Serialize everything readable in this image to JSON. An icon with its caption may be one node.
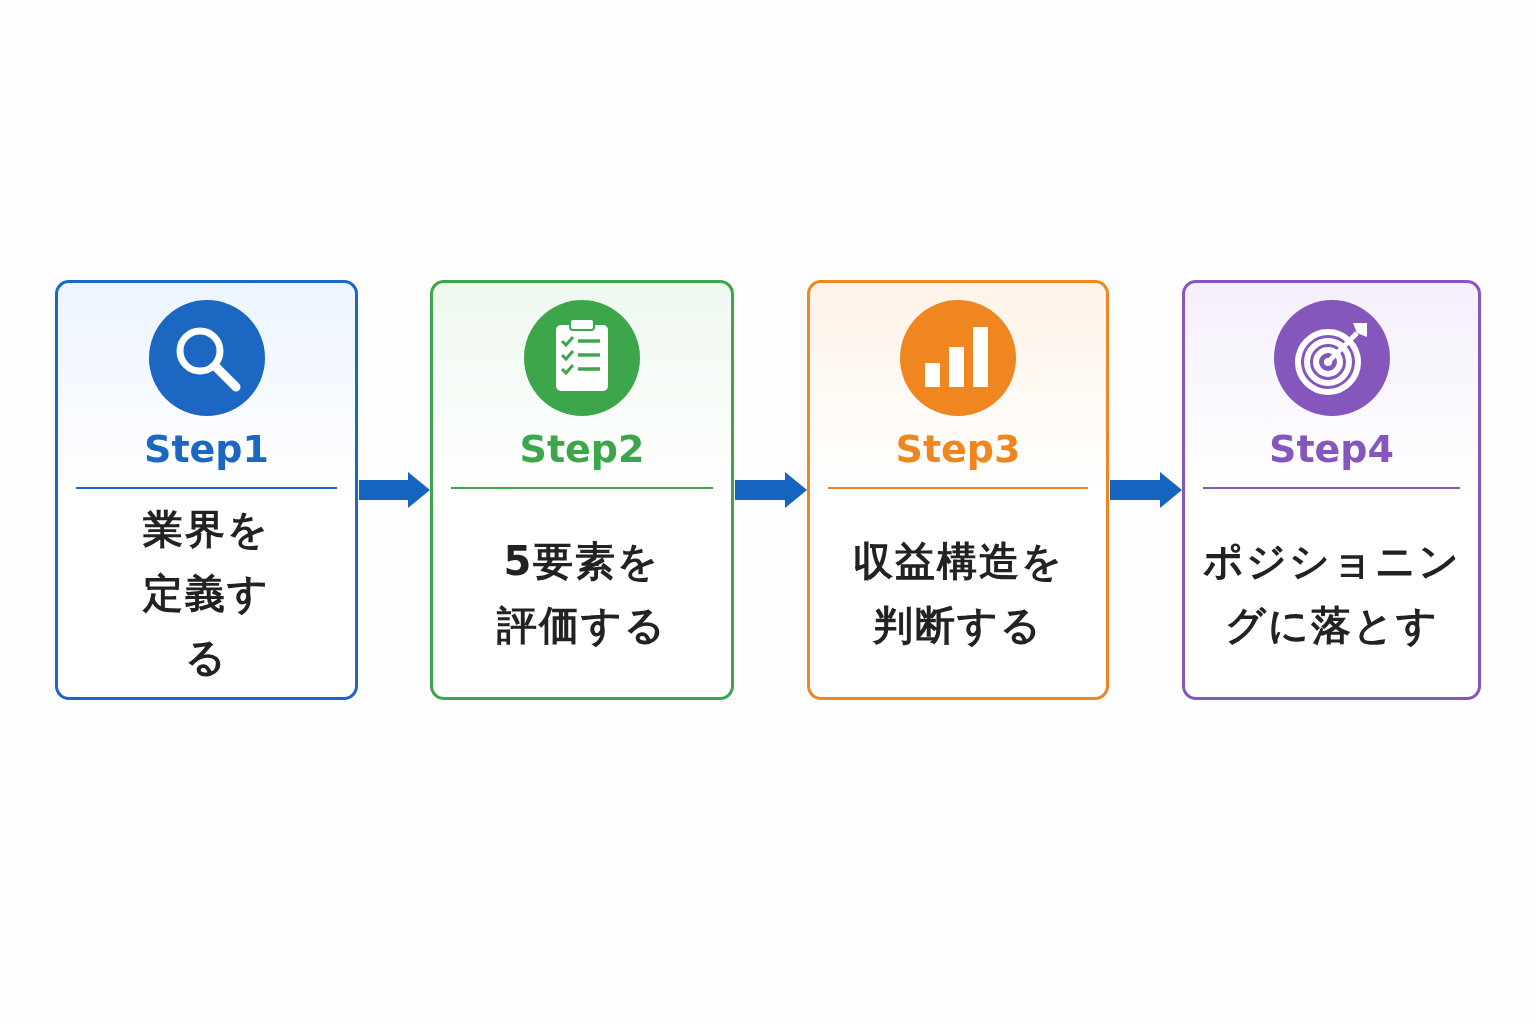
{
  "diagram": {
    "nodes": [
      {
        "text": [
          "Step1",
          "業界を定義する"
        ]
      },
      {
        "text": [
          "Step2",
          "5要素を評価する"
        ]
      },
      {
        "text": [
          "Step3",
          "収益構造を判断する"
        ]
      },
      {
        "text": [
          "Step4",
          "ポジショニングに落とす"
        ]
      }
    ],
    "edges": [
      {
        "from": 0,
        "to": 1,
        "arrow": "to"
      },
      {
        "from": 1,
        "to": 2,
        "arrow": "to"
      },
      {
        "from": 2,
        "to": 3,
        "arrow": "to"
      }
    ]
  }
}
